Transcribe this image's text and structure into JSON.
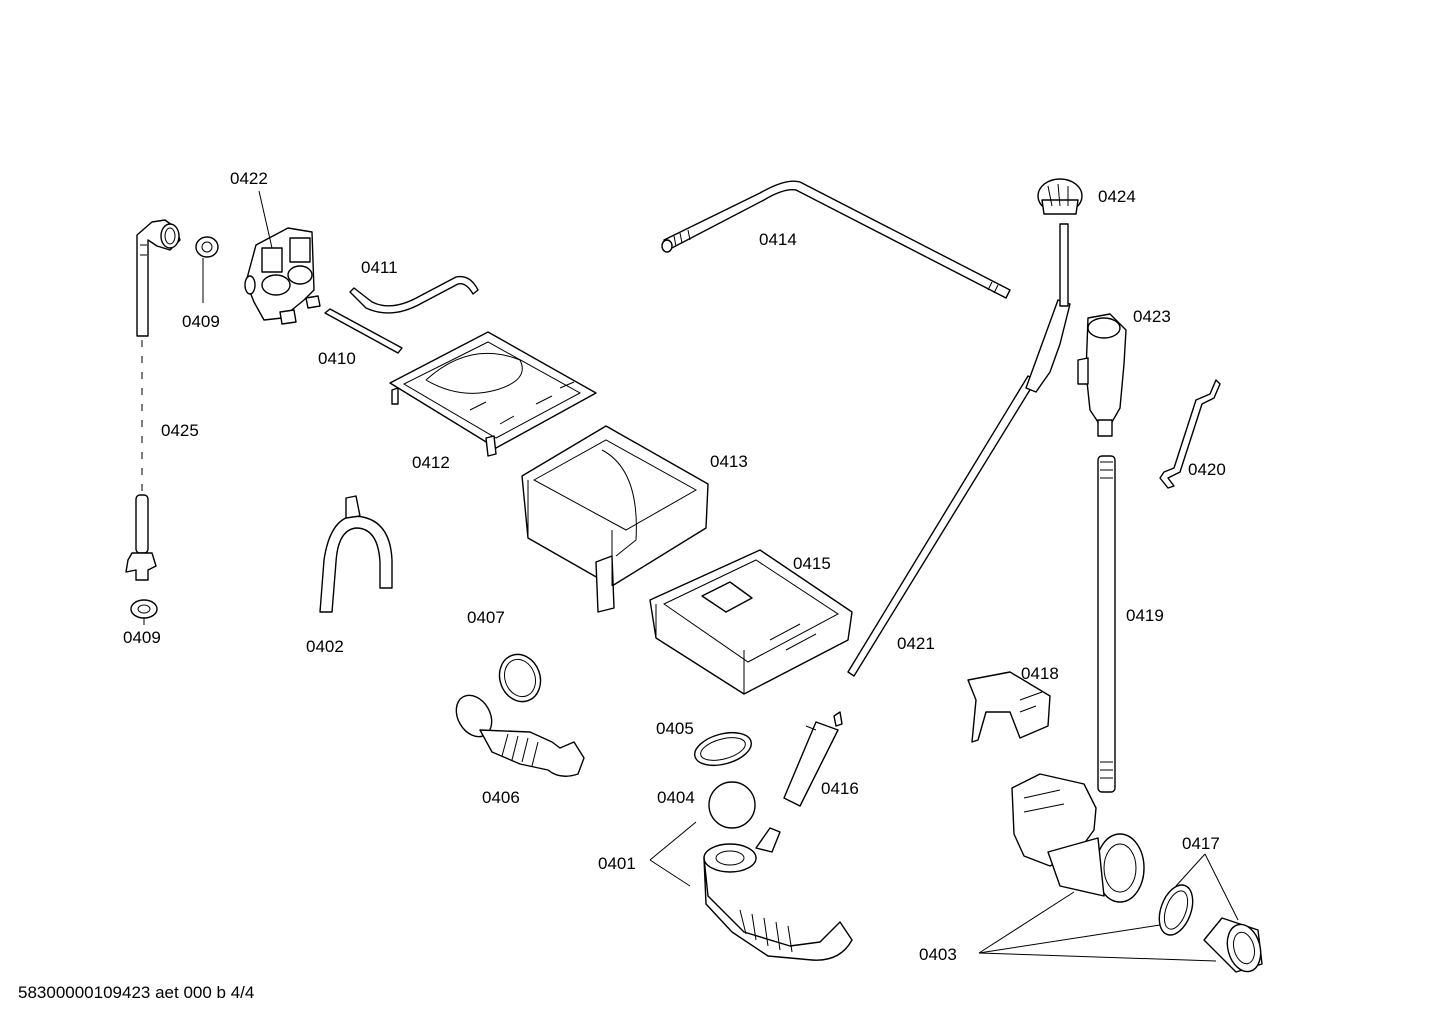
{
  "footer_code": "58300000109423 aet 000 b 4/4",
  "labels": {
    "p0401": "0401",
    "p0402": "0402",
    "p0403": "0403",
    "p0404": "0404",
    "p0405": "0405",
    "p0406": "0406",
    "p0407": "0407",
    "p0409a": "0409",
    "p0409b": "0409",
    "p0410": "0410",
    "p0411": "0411",
    "p0412": "0412",
    "p0413": "0413",
    "p0414": "0414",
    "p0415": "0415",
    "p0416": "0416",
    "p0417": "0417",
    "p0418": "0418",
    "p0419": "0419",
    "p0420": "0420",
    "p0421": "0421",
    "p0422": "0422",
    "p0423": "0423",
    "p0424": "0424",
    "p0425": "0425"
  }
}
